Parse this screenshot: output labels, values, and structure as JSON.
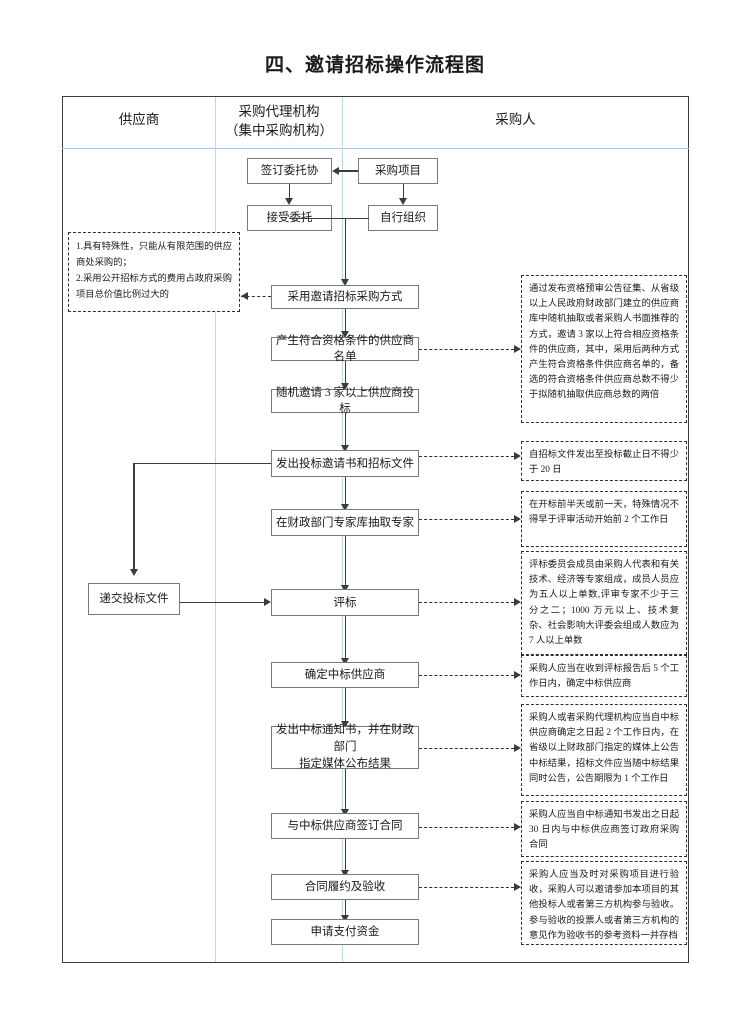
{
  "title": "四、邀请招标操作流程图",
  "columns": [
    {
      "id": "supplier",
      "label": "供应商"
    },
    {
      "id": "agency",
      "label_line1": "采购代理机构",
      "label_line2": "（集中采购机构）"
    },
    {
      "id": "purchaser",
      "label": "采购人"
    }
  ],
  "boxes": {
    "sign_entrust": "签订委托协",
    "purchase_project": "采购项目",
    "accept_entrust": "接受委托",
    "self_organize": "自行组织",
    "adopt_invitation": "采用邀请招标采购方式",
    "qualified_list": "产生符合资格条件的供应商名单",
    "random_invite": "随机邀请 3 家以上供应商投标",
    "issue_invitation": "发出投标邀请书和招标文件",
    "draw_experts": "在财政部门专家库抽取专家",
    "submit_bid": "递交投标文件",
    "evaluate_bid": "评标",
    "determine_winner": "确定中标供应商",
    "issue_notice_line1": "发出中标通知书，并在财政部门",
    "issue_notice_line2": "指定媒体公布结果",
    "sign_contract": "与中标供应商签订合同",
    "contract_acceptance": "合同履约及验收",
    "apply_payment": "申请支付资金"
  },
  "notes": {
    "left_condition": "1.具有特殊性，只能从有限范围的供应商处采购的；\n2.采用公开招标方式的费用占政府采购项目总价值比例过大的",
    "qualified_list_note": "通过发布资格预审公告征集、从省级以上人民政府财政部门建立的供应商库中随机抽取或者采购人书面推荐的方式，邀请 3 家以上符合相应资格条件的供应商，其中，采用后两种方式产生符合资格条件供应商名单的，备选的符合资格条件供应商总数不得少于拟随机抽取供应商总数的两倍",
    "issue_invitation_note": "自招标文件发出至投标截止日不得少于 20 日",
    "draw_experts_note": "在开标前半天或前一天，特殊情况不得早于评审活动开始前 2 个工作日",
    "evaluate_bid_note": "评标委员会成员由采购人代表和有关技术、经济等专家组成，成员人员应为五人以上单数,评审专家不少于三分之二；1000 万元以上、技术复杂、社会影响大评委会组成人数应为 7 人以上单数",
    "determine_winner_note": "采购人应当在收到评标报告后 5 个工作日内，确定中标供应商",
    "issue_notice_note": "采购人或者采购代理机构应当自中标供应商确定之日起 2 个工作日内，在省级以上财政部门指定的媒体上公告中标结果，招标文件应当随中标结果同时公告，公告期限为 1 个工作日",
    "sign_contract_note": "采购人应当自中标通知书发出之日起 30 日内与中标供应商签订政府采购合同",
    "contract_acceptance_note": "采购人应当及时对采购项目进行验收，采购人可以邀请参加本项目的其他投标人或者第三方机构参与验收。参与验收的投票人或者第三方机构的意见作为验收书的参考资料一并存档"
  },
  "colors": {
    "frame_border": "#3c3c3c",
    "lane_line": "#bdd7ef",
    "box_border": "#7a7a7a",
    "note_border": "#2e2e2e",
    "connector": "#3c3c3c",
    "background": "#ffffff"
  }
}
